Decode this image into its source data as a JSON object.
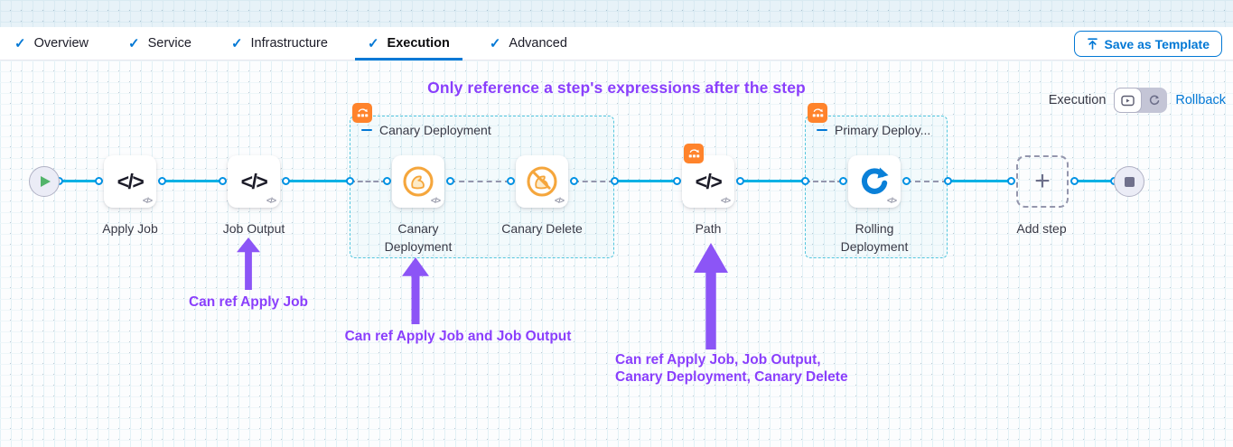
{
  "tabs": {
    "items": [
      {
        "label": "Overview",
        "checked": true,
        "active": false
      },
      {
        "label": "Service",
        "checked": true,
        "active": false
      },
      {
        "label": "Infrastructure",
        "checked": true,
        "active": false
      },
      {
        "label": "Execution",
        "checked": true,
        "active": true
      },
      {
        "label": "Advanced",
        "checked": true,
        "active": false
      }
    ],
    "save_as_template": "Save as Template"
  },
  "execution_controls": {
    "label": "Execution",
    "rollback": "Rollback"
  },
  "annotations": {
    "title": "Only reference a step's expressions after the step",
    "notes": [
      {
        "text": "Can ref Apply Job"
      },
      {
        "text": "Can ref Apply Job and Job Output"
      },
      {
        "line1": "Can ref Apply Job, Job Output,",
        "line2": "Canary Deployment, Canary Delete"
      }
    ]
  },
  "pipeline": {
    "steps": [
      {
        "id": "apply-job",
        "label": "Apply Job",
        "icon": "code"
      },
      {
        "id": "job-output",
        "label": "Job Output",
        "icon": "code"
      },
      {
        "id": "canary-deployment",
        "label": "Canary Deployment",
        "icon": "canary"
      },
      {
        "id": "canary-delete",
        "label": "Canary Delete",
        "icon": "canary-delete"
      },
      {
        "id": "path",
        "label": "Path",
        "icon": "code"
      },
      {
        "id": "rolling-deployment",
        "label": "Rolling Deployment",
        "icon": "rolling"
      }
    ],
    "groups": [
      {
        "title": "Canary Deployment"
      },
      {
        "title": "Primary Deploy..."
      }
    ],
    "add_step_label": "Add step"
  },
  "icons": {
    "check": "✓",
    "code": "</>",
    "plus": "+"
  },
  "colors": {
    "accent_blue": "#0278D5",
    "purple": "#8A3FFC",
    "arrow_purple": "#8C55F6",
    "flow_line_blue": "#0AB1E5",
    "connector_blue": "#0092E4",
    "dashed_gray": "#9496AD",
    "group_border_teal": "#54C6DE",
    "canary_orange": "#F5A63C",
    "badge_orange": "#FF832B",
    "rolling_blue": "#0A80D8"
  }
}
